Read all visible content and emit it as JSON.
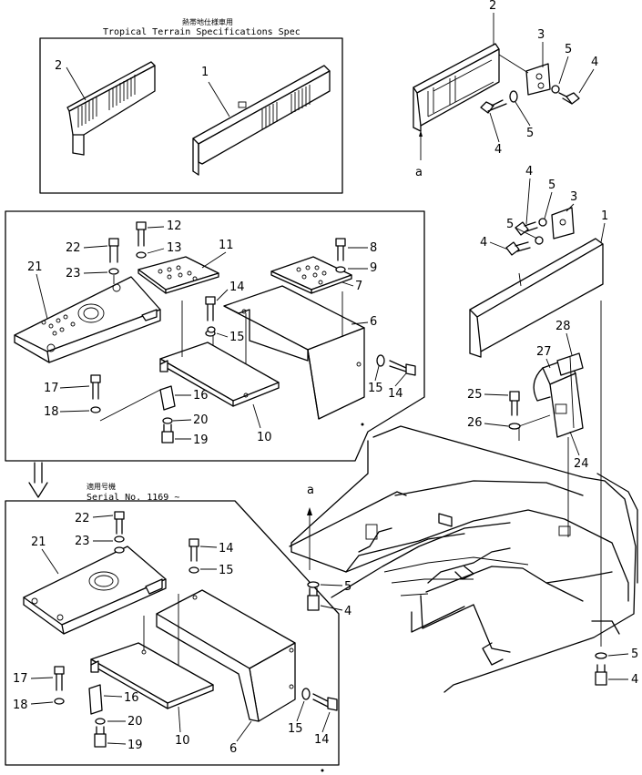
{
  "captions": {
    "tropical_jp": "熱帯地仕様車用",
    "tropical_en": "Tropical Terrain Specifications Spec",
    "serial_jp": "適用号機",
    "serial_en": "Serial No. 1169 ~"
  },
  "view_marker": "a",
  "callouts": {
    "tr_2": "2",
    "tr_1": "1",
    "ur_2": "2",
    "ur_3": "3",
    "ur_5a": "5",
    "ur_4a": "4",
    "ur_4b": "4",
    "ur_5b": "5",
    "ur_a": "a",
    "mr_4a": "4",
    "mr_5a": "5",
    "mr_3": "3",
    "mr_1": "1",
    "mr_5b": "5",
    "mr_4b": "4",
    "mr_28": "28",
    "mr_27": "27",
    "mr_25": "25",
    "mr_26": "26",
    "mr_24": "24",
    "fr_a": "a",
    "fr_5a": "5",
    "fr_4a": "4",
    "fr_5b": "5",
    "fr_4b": "4",
    "mb_12": "12",
    "mb_22": "22",
    "mb_13": "13",
    "mb_11": "11",
    "mb_8": "8",
    "mb_21": "21",
    "mb_23": "23",
    "mb_9": "9",
    "mb_7": "7",
    "mb_14a": "14",
    "mb_6": "6",
    "mb_15a": "15",
    "mb_15b": "15",
    "mb_14b": "14",
    "mb_17": "17",
    "mb_16": "16",
    "mb_18": "18",
    "mb_20": "20",
    "mb_10": "10",
    "mb_19": "19",
    "lb_22": "22",
    "lb_23": "23",
    "lb_14a": "14",
    "lb_21": "21",
    "lb_15a": "15",
    "lb_17": "17",
    "lb_16": "16",
    "lb_18": "18",
    "lb_20": "20",
    "lb_15b": "15",
    "lb_14b": "14",
    "lb_19": "19",
    "lb_10": "10",
    "lb_6": "6"
  }
}
